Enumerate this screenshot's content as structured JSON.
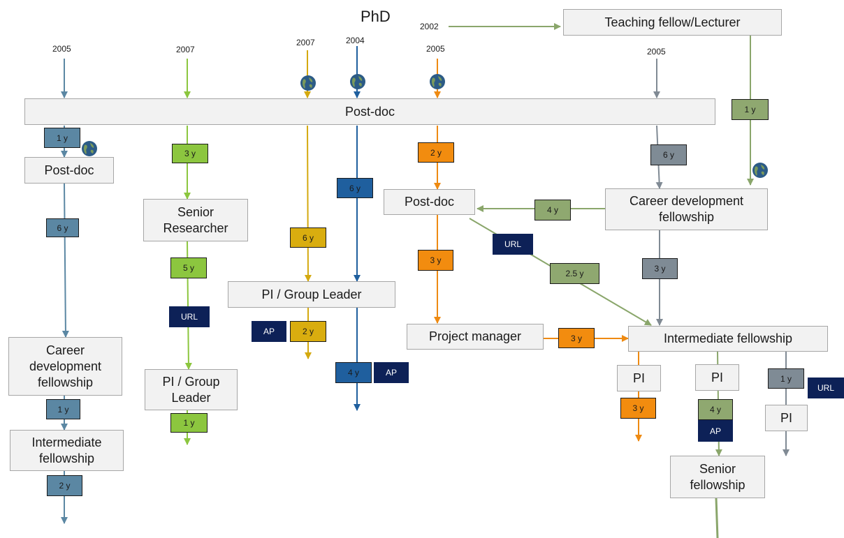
{
  "header": {
    "title": "PhD"
  },
  "colors": {
    "steel": "#5b87a3",
    "lime": "#8cc63f",
    "gold": "#d4a90f",
    "blue": "#1f5f9e",
    "orange": "#ee8a12",
    "grey": "#808a94",
    "olive": "#8aa66b",
    "badge_steel": "#5b87a3",
    "badge_lime": "#8cc63f",
    "badge_gold": "#d9ad0f",
    "badge_blue": "#1f5f9e",
    "badge_orange": "#f28c0f",
    "badge_grey": "#7f8b95",
    "badge_olive": "#8fa870",
    "tag_navy": "#0d2157",
    "node_fill": "#f2f2f2",
    "node_border": "#a6a6a6"
  },
  "years": {
    "y1": "2005",
    "y2": "2007",
    "y3": "2007",
    "y4": "2004",
    "y5": "2005",
    "y6": "2005",
    "y7": "2002"
  },
  "nodes": {
    "teaching": "Teaching fellow/Lecturer",
    "postdoc_main": "Post-doc",
    "postdoc_left": "Post-doc",
    "senior_researcher": "Senior\nResearcher",
    "pi_group_leader_mid": "PI / Group Leader",
    "postdoc_right": "Post-doc",
    "career_dev_right": "Career development\nfellowship",
    "project_manager": "Project manager",
    "intermediate_right": "Intermediate fellowship",
    "career_dev_left": "Career\ndevelopment\nfellowship",
    "pi_group_leader_left": "PI / Group\nLeader",
    "intermediate_left": "Intermediate\nfellowship",
    "pi_a": "PI",
    "pi_b": "PI",
    "pi_c": "PI",
    "senior_fellowship": "Senior\nfellowship"
  },
  "durations": {
    "d_steel_1": "1 y",
    "d_steel_2": "6 y",
    "d_steel_3": "1 y",
    "d_steel_4": "2 y",
    "d_lime_1": "3 y",
    "d_lime_2": "5 y",
    "d_lime_3": "1 y",
    "d_gold_1": "6 y",
    "d_gold_2": "2 y",
    "d_blue_1": "6 y",
    "d_blue_2": "4 y",
    "d_orange_1": "2 y",
    "d_orange_2": "3 y",
    "d_orange_3": "3 y",
    "d_orange_4": "3 y",
    "d_grey_1": "6 y",
    "d_grey_2": "3 y",
    "d_grey_3": "1 y",
    "d_olive_1": "1 y",
    "d_olive_2": "4 y",
    "d_olive_3": "2.5 y",
    "d_olive_4": "4 y"
  },
  "tags": {
    "url_lime": "URL",
    "url_orange": "URL",
    "url_grey": "URL",
    "ap_gold": "AP",
    "ap_blue": "AP",
    "ap_olive": "AP"
  },
  "icons": {
    "mobility": "globe-icon"
  }
}
